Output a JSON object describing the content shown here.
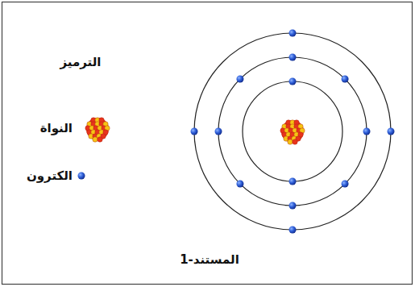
{
  "diagram": {
    "caption": "المستند-1",
    "labels": [
      "الترميز"
    ],
    "legend": [
      {
        "text": "النواة"
      },
      {
        "text": "الكترون"
      }
    ]
  }
}
